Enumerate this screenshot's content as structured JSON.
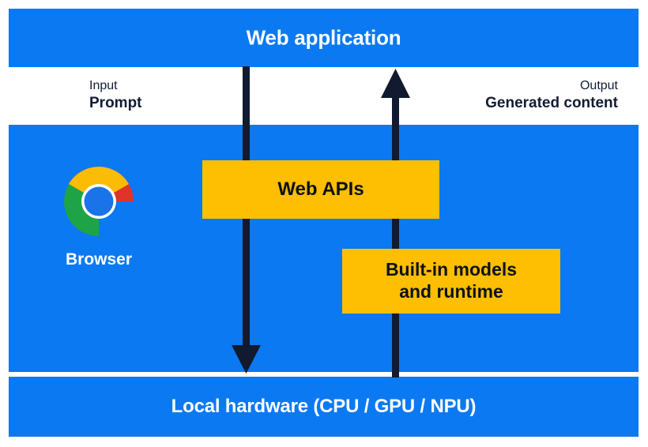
{
  "diagram": {
    "title": "Web application",
    "colors": {
      "blue": "#0b79f2",
      "yellow": "#febe02",
      "arrow": "#111a2e",
      "text_dark": "#121c33",
      "text_light": "#ffffff"
    },
    "bands": {
      "top": {
        "label": "Web application"
      },
      "middle": {
        "label": "Browser"
      },
      "bottom": {
        "label": "Local hardware (CPU / GPU / NPU)"
      }
    },
    "flows": {
      "input": {
        "kind": "Input",
        "value": "Prompt"
      },
      "output": {
        "kind": "Output",
        "value": "Generated content"
      }
    },
    "boxes": {
      "web_apis": {
        "label": "Web APIs"
      },
      "built_in_models": {
        "line1": "Built-in models",
        "line2": "and runtime"
      }
    },
    "icons": {
      "chrome": "chrome-logo-icon",
      "arrow_down": "arrow-down-icon",
      "arrow_up": "arrow-up-icon"
    }
  }
}
